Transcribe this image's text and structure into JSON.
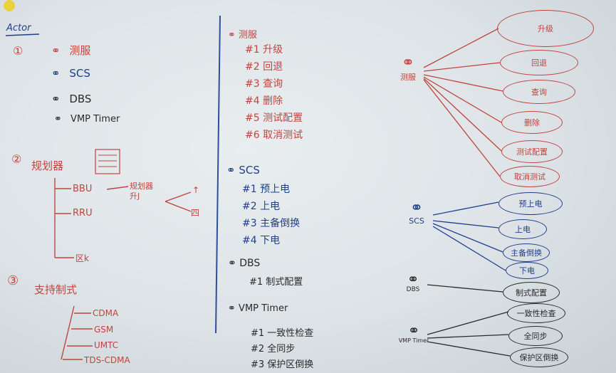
{
  "header": {
    "title": "Actor"
  },
  "left": {
    "sec1_num": "①",
    "actors": [
      {
        "label": "测服",
        "color": "red"
      },
      {
        "label": "SCS",
        "color": "blue"
      },
      {
        "label": "DBS",
        "color": "black"
      },
      {
        "label": "VMP Timer",
        "color": "black"
      }
    ],
    "sec2_num": "②",
    "sec2_title": "规划器",
    "sec2_items": [
      "BBU",
      "RRU",
      "区k"
    ],
    "sec2_note": "规划器\n升J",
    "sec2_right": [
      "↑",
      "四"
    ],
    "sec3_num": "③",
    "sec3_title": "支持制式",
    "sec3_items": [
      "CDMA",
      "GSM",
      "UMTC",
      "TDS-CDMA"
    ]
  },
  "middle": {
    "groups": [
      {
        "actor": "测服",
        "color": "red",
        "items": [
          "#1 升级",
          "#2 回退",
          "#3 查询",
          "#4 删除",
          "#5 测试配置",
          "#6 取消测试"
        ]
      },
      {
        "actor": "SCS",
        "color": "blue",
        "items": [
          "#1  预上电",
          "#2  上电",
          "#3  主备倒换",
          "#4  下电"
        ]
      },
      {
        "actor": "DBS",
        "color": "black",
        "items": [
          "#1  制式配置"
        ]
      },
      {
        "actor": "VMP Timer",
        "color": "black",
        "items": [
          "#1 一致性检查",
          "#2 全同步",
          "#3 保护区倒换"
        ]
      }
    ]
  },
  "right": {
    "actor1": {
      "label": "测服",
      "ellipses": [
        "升级",
        "回退",
        "查询",
        "删除",
        "测试配置",
        "取消测试"
      ]
    },
    "actor2": {
      "label": "SCS",
      "ellipses": [
        "预上电",
        "上电",
        "主备倒换",
        "下电"
      ]
    },
    "actor3": {
      "label": "DBS",
      "ellipses": [
        "制式配置"
      ]
    },
    "actor4": {
      "label": "VMP Timer",
      "ellipses": [
        "一致性检查",
        "全同步",
        "保护区倒换"
      ]
    }
  }
}
